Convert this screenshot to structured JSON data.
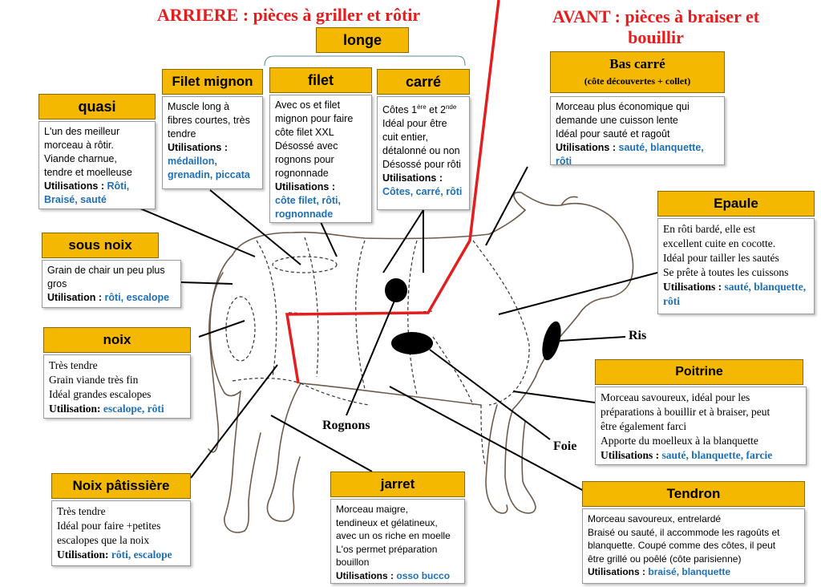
{
  "titles": {
    "arriere": "ARRIERE : pièces à griller et rôtir",
    "avant": "AVANT : pièces à braiser et bouillir"
  },
  "longe": {
    "title": "longe"
  },
  "cuts": {
    "quasi": {
      "title": "quasi",
      "lines": [
        "L'un des meilleur",
        "morceau à rôtir.",
        "Viande charnue,",
        "tendre et moelleuse"
      ],
      "usage_label": "Utilisations :",
      "usage_value": "Rôti, Braisé, sauté"
    },
    "filet_mignon": {
      "title": "Filet mignon",
      "lines": [
        "Muscle long à",
        "fibres courtes, très",
        "tendre"
      ],
      "usage_label": "Utilisations :",
      "usage_value": "médaillon, grenadin, piccata"
    },
    "filet": {
      "title": "filet",
      "lines": [
        "Avec os et filet",
        "mignon pour faire",
        "côte filet XXL",
        "Désossé avec",
        "rognons pour",
        "rognonnade"
      ],
      "usage_label": "Utilisations :",
      "usage_value": "côte filet, rôti, rognonnade"
    },
    "carre": {
      "title": "carré",
      "line1_pre": "Côtes 1",
      "line1_sup1": "ère",
      "line1_mid": " et 2",
      "line1_sup2": "nde",
      "lines": [
        "Idéal pour être",
        "cuit entier,",
        "détalonné ou non",
        "Désossé pour rôti"
      ],
      "usage_label": "Utilisations :",
      "usage_value": "Côtes, carré, rôti"
    },
    "bas_carre": {
      "title": "Bas carré",
      "subtitle": "(côte découvertes + collet)",
      "lines": [
        "Morceau plus économique qui",
        "demande une cuisson lente",
        "Idéal pour sauté et ragoût"
      ],
      "usage_label": "Utilisations :",
      "usage_value": "sauté, blanquette, rôti"
    },
    "sous_noix": {
      "title": "sous noix",
      "lines": [
        "Grain de chair un peu plus",
        "gros"
      ],
      "usage_label": "Utilisation :",
      "usage_value": "rôti, escalope"
    },
    "epaule": {
      "title": "Epaule",
      "lines": [
        "En rôti bardé, elle est",
        "excellent cuite en cocotte.",
        "Idéal pour tailler les sautés",
        "Se prête à toutes les cuissons"
      ],
      "usage_label": "Utilisations :",
      "usage_value": "sauté, blanquette, rôti"
    },
    "noix": {
      "title": "noix",
      "lines": [
        "Très tendre",
        "Grain viande très fin",
        "Idéal grandes escalopes"
      ],
      "usage_label": "Utilisation:",
      "usage_value": "escalope, rôti"
    },
    "poitrine": {
      "title": "Poitrine",
      "lines": [
        "Morceau savoureux, idéal pour les",
        "préparations à bouillir et à braiser, peut",
        "être également farci",
        "Apporte du moelleux à la blanquette"
      ],
      "usage_label": "Utilisations :",
      "usage_value": "sauté, blanquette, farcie"
    },
    "noix_patissiere": {
      "title": "Noix pâtissière",
      "lines": [
        "Très tendre",
        "Idéal pour faire +petites",
        "escalopes que la noix"
      ],
      "usage_label": "Utilisation:",
      "usage_value": "rôti, escalope"
    },
    "jarret": {
      "title": "jarret",
      "lines": [
        "Morceau maigre,",
        "tendineux et gélatineux,",
        "avec un os riche en moelle",
        "L'os permet préparation",
        "bouillon"
      ],
      "usage_label": "Utilisations :",
      "usage_value": "osso bucco"
    },
    "tendron": {
      "title": "Tendron",
      "lines": [
        "Morceau savoureux, entrelardé",
        "Braisé ou sauté, il accommode les ragoûts et",
        "blanquette. Coupé comme des côtes, il peut",
        "être grillé ou poêlé (côte parisienne)"
      ],
      "usage_label": "Utilisations :",
      "usage_value": "braisé, blanquette"
    }
  },
  "organs": {
    "ris": "Ris",
    "rognons": "Rognons",
    "foie": "Foie"
  },
  "colors": {
    "header": "#f5b800",
    "title_red": "#e41e1e",
    "usage_blue": "#1f6fb5"
  }
}
